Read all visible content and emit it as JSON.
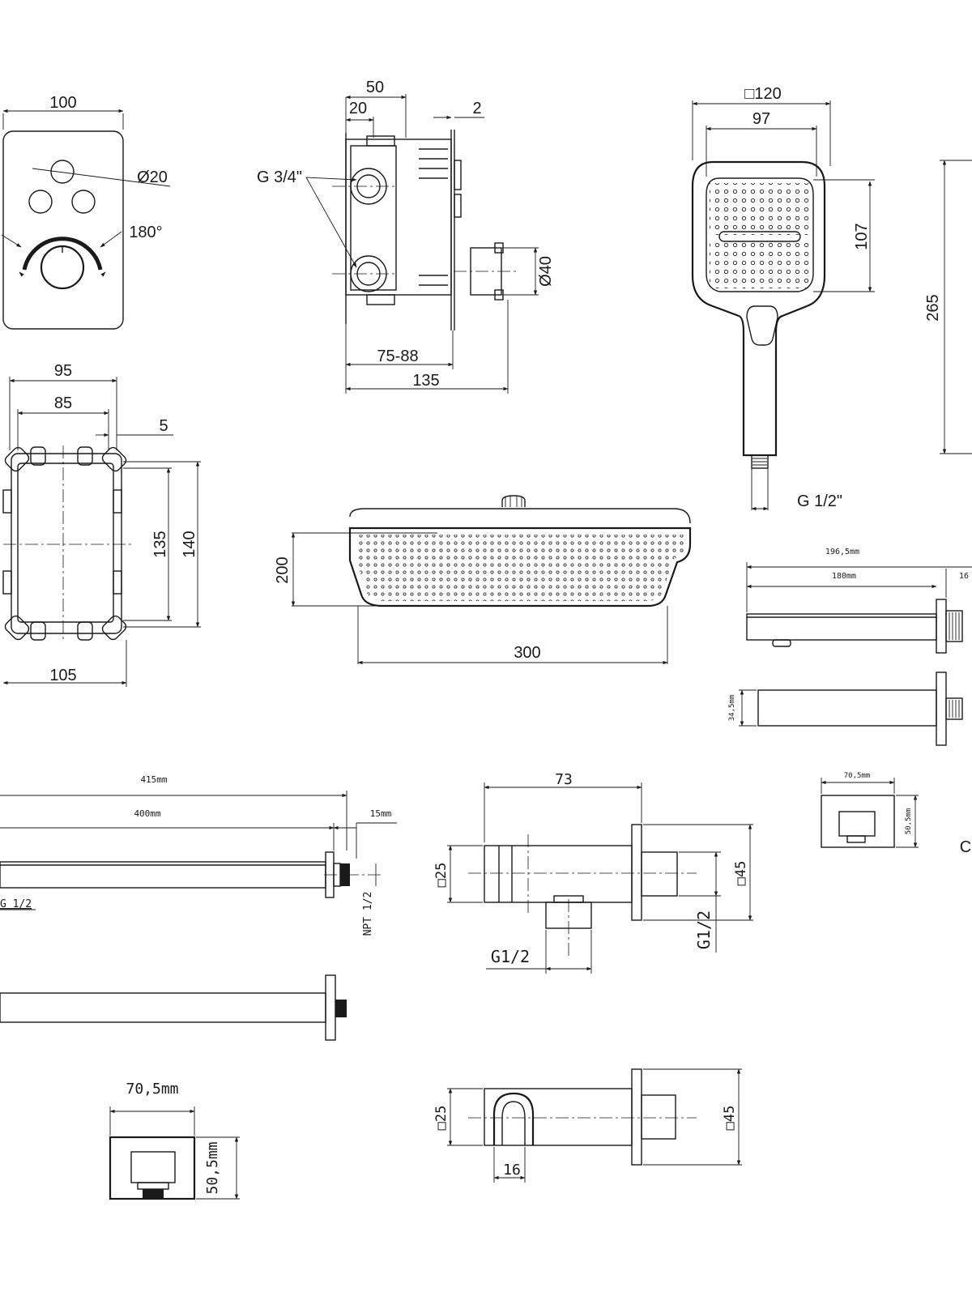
{
  "colors": {
    "line": "#1a1a1a",
    "background": "#ffffff"
  },
  "thermostat_panel": {
    "width": "100",
    "knob_diameter": "Ø20",
    "rotation": "180°"
  },
  "mixing_box_side": {
    "overall_depth": "50",
    "front_depth": "20",
    "plate": "2",
    "thread": "G 3/4\"",
    "spindle": "Ø40",
    "adjust_range": "75-88",
    "total_length": "135"
  },
  "mixing_box_front": {
    "outer_width": "95",
    "inner_width": "85",
    "offset": "5",
    "inner_height": "135",
    "outer_height": "140",
    "bottom_width": "105"
  },
  "hand_shower": {
    "head_square": "□120",
    "head_width": "97",
    "head_height": "107",
    "total_length": "265",
    "thread": "G 1/2\""
  },
  "rain_shower": {
    "height": "200",
    "width": "300"
  },
  "spout": {
    "total": "196,5mm",
    "length": "180mm",
    "extra": "16",
    "thickness": "34,5mm"
  },
  "spout_flange": {
    "width": "70,5mm",
    "height": "50,5mm",
    "letter": "C"
  },
  "shower_arm": {
    "total": "415mm",
    "length": "400mm",
    "flange": "15mm",
    "thread": "G 1/2",
    "npt": "NPT 1/2"
  },
  "wall_outlet": {
    "length": "73",
    "tube": "□25",
    "flange": "□45",
    "thread_bottom": "G1/2",
    "thread_back": "G1/2"
  },
  "arm_flange": {
    "width": "70,5mm",
    "height": "50,5mm"
  },
  "hook_outlet": {
    "tube": "□25",
    "flange": "□45",
    "hook": "16"
  }
}
